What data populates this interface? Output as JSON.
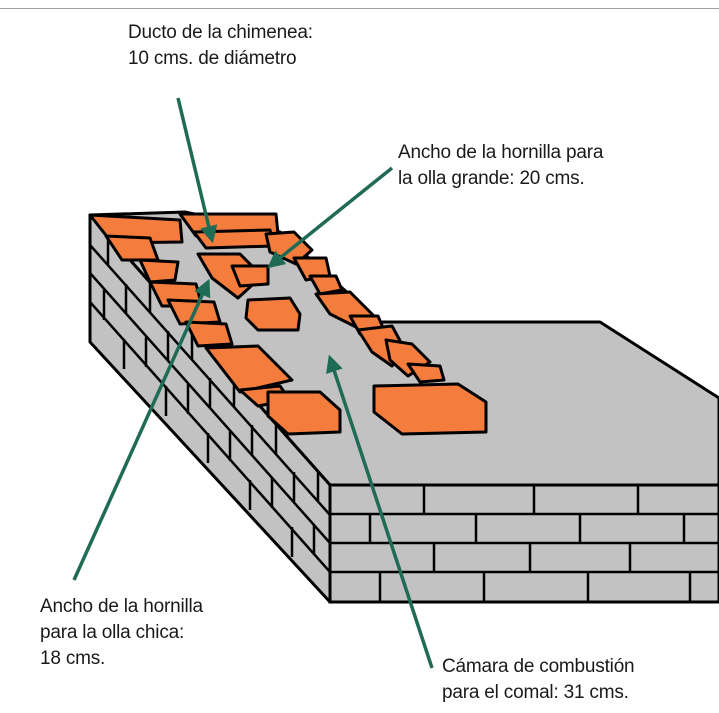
{
  "labels": {
    "chimney": {
      "line1": "Ducto de la chimenea:",
      "line2": "10 cms. de diámetro"
    },
    "large_burner": {
      "line1": "Ancho de la hornilla para",
      "line2": "la olla grande: 20 cms."
    },
    "small_burner": {
      "line1": "Ancho de la hornilla",
      "line2": "para la olla chica:",
      "line3": "18 cms."
    },
    "combustion": {
      "line1": "Cámara de combustión",
      "line2": "para el comal: 31 cms."
    }
  },
  "colors": {
    "brick": "#f47c3c",
    "concrete": "#c2c2c2",
    "outline": "#000000",
    "arrow": "#1f6b55",
    "text": "#1a1a1a"
  }
}
